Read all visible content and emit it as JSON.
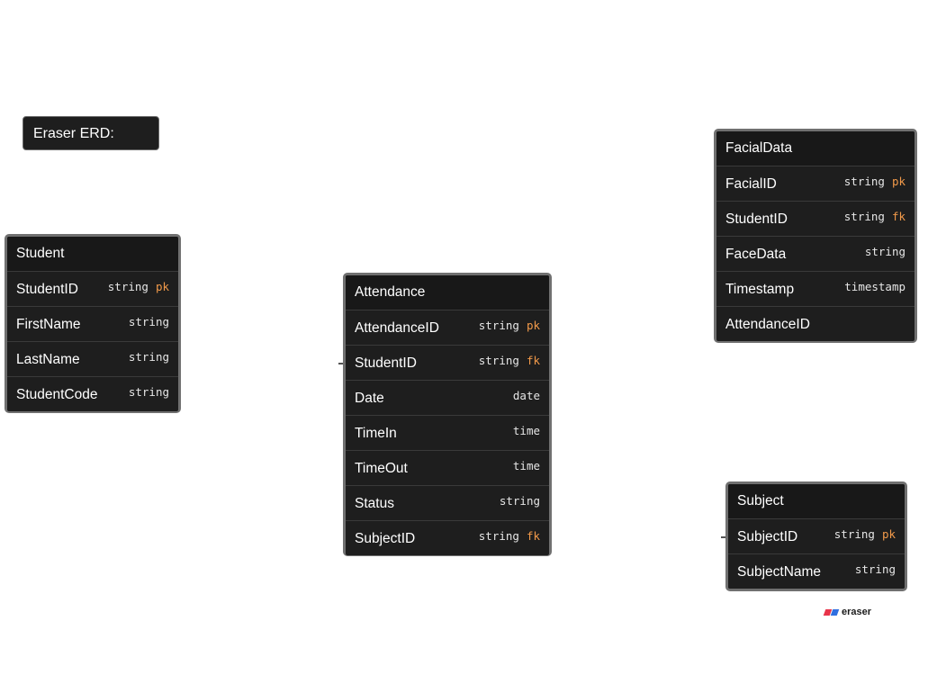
{
  "label": "Eraser ERD:",
  "entities": {
    "student": {
      "title": "Student",
      "fields": [
        {
          "name": "StudentID",
          "type": "string",
          "key": "pk"
        },
        {
          "name": "FirstName",
          "type": "string",
          "key": ""
        },
        {
          "name": "LastName",
          "type": "string",
          "key": ""
        },
        {
          "name": "StudentCode",
          "type": "string",
          "key": ""
        }
      ]
    },
    "attendance": {
      "title": "Attendance",
      "fields": [
        {
          "name": "AttendanceID",
          "type": "string",
          "key": "pk"
        },
        {
          "name": "StudentID",
          "type": "string",
          "key": "fk"
        },
        {
          "name": "Date",
          "type": "date",
          "key": ""
        },
        {
          "name": "TimeIn",
          "type": "time",
          "key": ""
        },
        {
          "name": "TimeOut",
          "type": "time",
          "key": ""
        },
        {
          "name": "Status",
          "type": "string",
          "key": ""
        },
        {
          "name": "SubjectID",
          "type": "string",
          "key": "fk"
        }
      ]
    },
    "facialdata": {
      "title": "FacialData",
      "fields": [
        {
          "name": "FacialID",
          "type": "string",
          "key": "pk"
        },
        {
          "name": "StudentID",
          "type": "string",
          "key": "fk"
        },
        {
          "name": "FaceData",
          "type": "string",
          "key": ""
        },
        {
          "name": "Timestamp",
          "type": "timestamp",
          "key": ""
        },
        {
          "name": "AttendanceID",
          "type": "",
          "key": ""
        }
      ]
    },
    "subject": {
      "title": "Subject",
      "fields": [
        {
          "name": "SubjectID",
          "type": "string",
          "key": "pk"
        },
        {
          "name": "SubjectName",
          "type": "string",
          "key": ""
        }
      ]
    }
  },
  "branding": {
    "text": "eraser",
    "colors": {
      "red": "#e8344a",
      "blue": "#2f6fe0"
    }
  }
}
